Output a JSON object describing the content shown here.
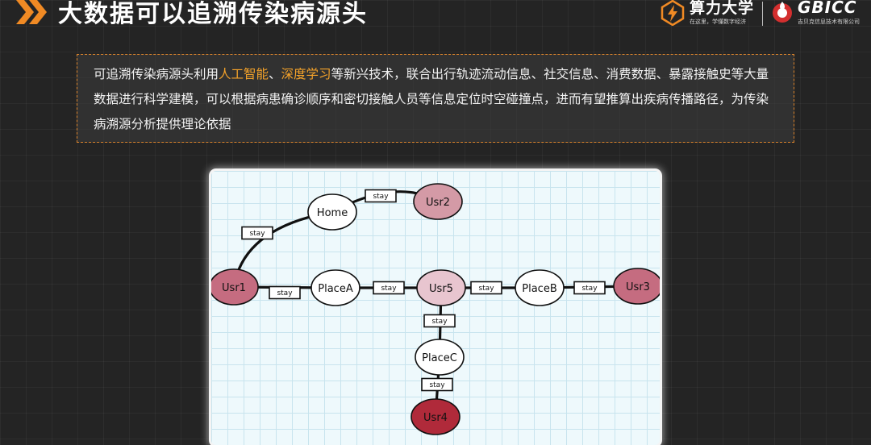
{
  "header": {
    "title": "大数据可以追溯传染病源头"
  },
  "logos": {
    "primary": {
      "brand": "算力大学",
      "slogan": "在这里，学懂数字经济"
    },
    "secondary": {
      "brand": "GBICC",
      "sub": "吉贝克信息技术有限公司"
    }
  },
  "info": {
    "segments": [
      {
        "text": "可追溯传染病源头利用",
        "highlight": false
      },
      {
        "text": "人工智能",
        "highlight": true
      },
      {
        "text": "、",
        "highlight": false
      },
      {
        "text": "深度学习",
        "highlight": true
      },
      {
        "text": "等新兴技术，联合出行轨迹流动信息、社交信息、消费数据、暴露接触史等大量数据进行科学建模，可以根据病患确诊顺序和密切接触人员等信息定位时空碰撞点，进而有望推算出疾病传播路径，为传染病溯源分析提供理论依据",
        "highlight": false
      }
    ]
  },
  "colors": {
    "accent": "#d9822b",
    "highlight": "#f5a32a",
    "usr_pale": "#e8c5cf",
    "usr_light": "#d49aa6",
    "usr_medium": "#c56c80",
    "usr_dark": "#b02a3a"
  },
  "diagram": {
    "nodes": [
      {
        "id": "usr1",
        "label": "Usr1",
        "fill": "#c56c80"
      },
      {
        "id": "home",
        "label": "Home",
        "fill": "#ffffff"
      },
      {
        "id": "usr2",
        "label": "Usr2",
        "fill": "#d49aa6"
      },
      {
        "id": "placeA",
        "label": "PlaceA",
        "fill": "#ffffff"
      },
      {
        "id": "usr5",
        "label": "Usr5",
        "fill": "#e8c5cf"
      },
      {
        "id": "placeB",
        "label": "PlaceB",
        "fill": "#ffffff"
      },
      {
        "id": "usr3",
        "label": "Usr3",
        "fill": "#c56c80"
      },
      {
        "id": "placeC",
        "label": "PlaceC",
        "fill": "#ffffff"
      },
      {
        "id": "usr4",
        "label": "Usr4",
        "fill": "#b02a3a"
      }
    ],
    "edges": [
      {
        "id": "e1",
        "from": "usr1",
        "to": "home",
        "label": "stay"
      },
      {
        "id": "e2",
        "from": "home",
        "to": "usr2",
        "label": "stay"
      },
      {
        "id": "e3",
        "from": "usr1",
        "to": "placeA",
        "label": "stay"
      },
      {
        "id": "e4",
        "from": "placeA",
        "to": "usr5",
        "label": "stay"
      },
      {
        "id": "e5",
        "from": "usr5",
        "to": "placeB",
        "label": "stay"
      },
      {
        "id": "e6",
        "from": "placeB",
        "to": "usr3",
        "label": "stay"
      },
      {
        "id": "e7",
        "from": "usr5",
        "to": "placeC",
        "label": "stay"
      },
      {
        "id": "e8",
        "from": "placeC",
        "to": "usr4",
        "label": "stay"
      }
    ]
  }
}
